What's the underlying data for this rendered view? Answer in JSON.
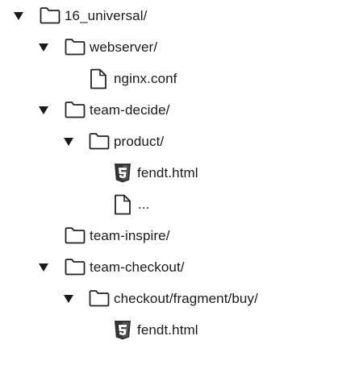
{
  "tree": {
    "items": [
      {
        "label": "16_universal/",
        "type": "folder",
        "expanded": true
      },
      {
        "label": "webserver/",
        "type": "folder",
        "expanded": true
      },
      {
        "label": "nginx.conf",
        "type": "file"
      },
      {
        "label": "team-decide/",
        "type": "folder",
        "expanded": true
      },
      {
        "label": "product/",
        "type": "folder",
        "expanded": true
      },
      {
        "label": "fendt.html",
        "type": "html-file"
      },
      {
        "label": "...",
        "type": "file"
      },
      {
        "label": "team-inspire/",
        "type": "folder",
        "expanded": false
      },
      {
        "label": "team-checkout/",
        "type": "folder",
        "expanded": true
      },
      {
        "label": "checkout/fragment/buy/",
        "type": "folder",
        "expanded": true
      },
      {
        "label": "fendt.html",
        "type": "html-file"
      }
    ]
  },
  "icons": {
    "folder": "folder-icon",
    "file": "file-icon",
    "html": "html5-icon",
    "toggle": "expand-triangle-icon"
  },
  "colors": {
    "text": "#1a1a1a",
    "icon_stroke": "#222222",
    "html_badge": "#333333"
  }
}
